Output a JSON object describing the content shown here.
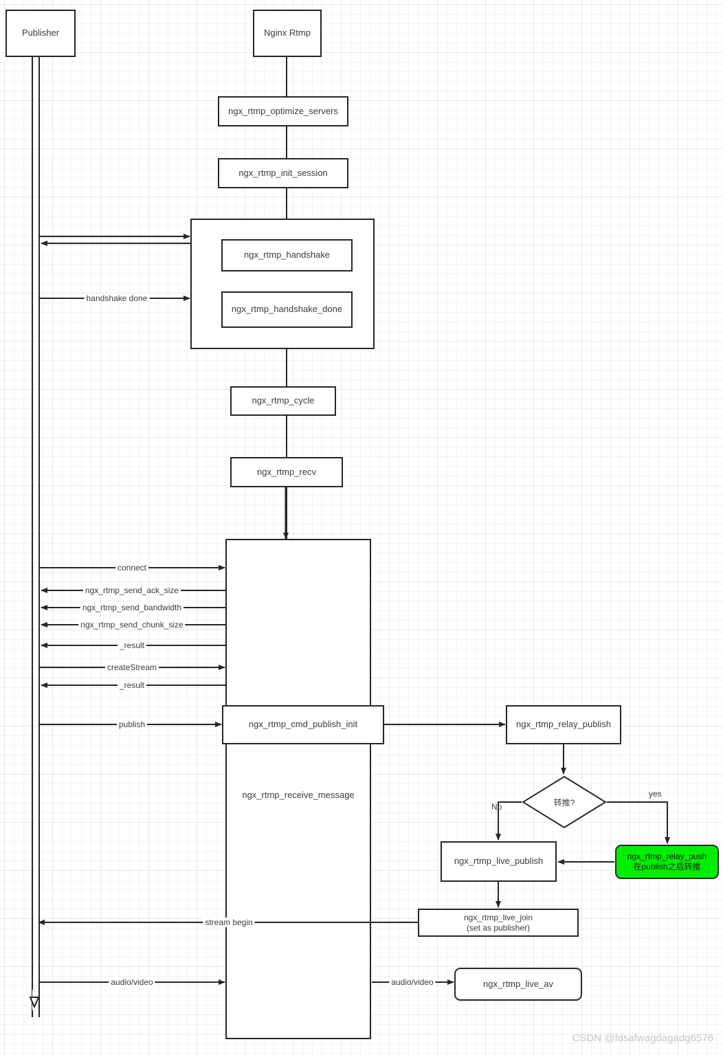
{
  "diagram": {
    "title": "Nginx RTMP publish sequence",
    "background": "#ffffff",
    "grid_color": "#e8e8e8",
    "accent_green": "#00ee00",
    "stroke": "#262626"
  },
  "lifelines": [
    {
      "name": "Publisher",
      "label": "Publisher"
    },
    {
      "name": "Nginx Rtmp",
      "label": "Nginx Rtmp"
    }
  ],
  "actors": {
    "publisher": "Publisher",
    "server": "Nginx Rtmp"
  },
  "nodes": {
    "optimize_servers": "ngx_rtmp_optimize_servers",
    "init_session": "ngx_rtmp_init_session",
    "handshake": "ngx_rtmp_handshake",
    "handshake_done": "ngx_rtmp_handshake_done",
    "cycle": "ngx_rtmp_cycle",
    "recv": "ngx_rtmp_recv",
    "receive_message": "ngx_rtmp_receive_message",
    "cmd_publish_init": "ngx_rtmp_cmd_publish_init",
    "relay_publish": "ngx_rtmp_relay_publish",
    "relay_push_line1": "ngx_rtmp_relay_push",
    "relay_push_line2": "在publish之后转推",
    "live_publish": "ngx_rtmp_live_publish",
    "live_join_line1": "ngx_rtmp_live_join",
    "live_join_line2": "(set as publisher)",
    "live_av": "ngx_rtmp_live_av"
  },
  "decision": {
    "question": "转推?",
    "branch_no": "No",
    "branch_yes": "yes"
  },
  "messages": {
    "handshake_done": "handshake done",
    "connect": "connect",
    "send_ack_size": "ngx_rtmp_send_ack_size",
    "send_bandwidth": "ngx_rtmp_send_bandwidth",
    "send_chunk_size": "ngx_rtmp_send_chunk_size",
    "result_1": "_result",
    "create_stream": "createStream",
    "result_2": "_result",
    "publish": "publish",
    "stream_begin": "stream begin",
    "audio_video_left": "audio/video",
    "audio_video_right": "audio/video"
  },
  "watermark": "CSDN @fdsafwagdagadg6576"
}
